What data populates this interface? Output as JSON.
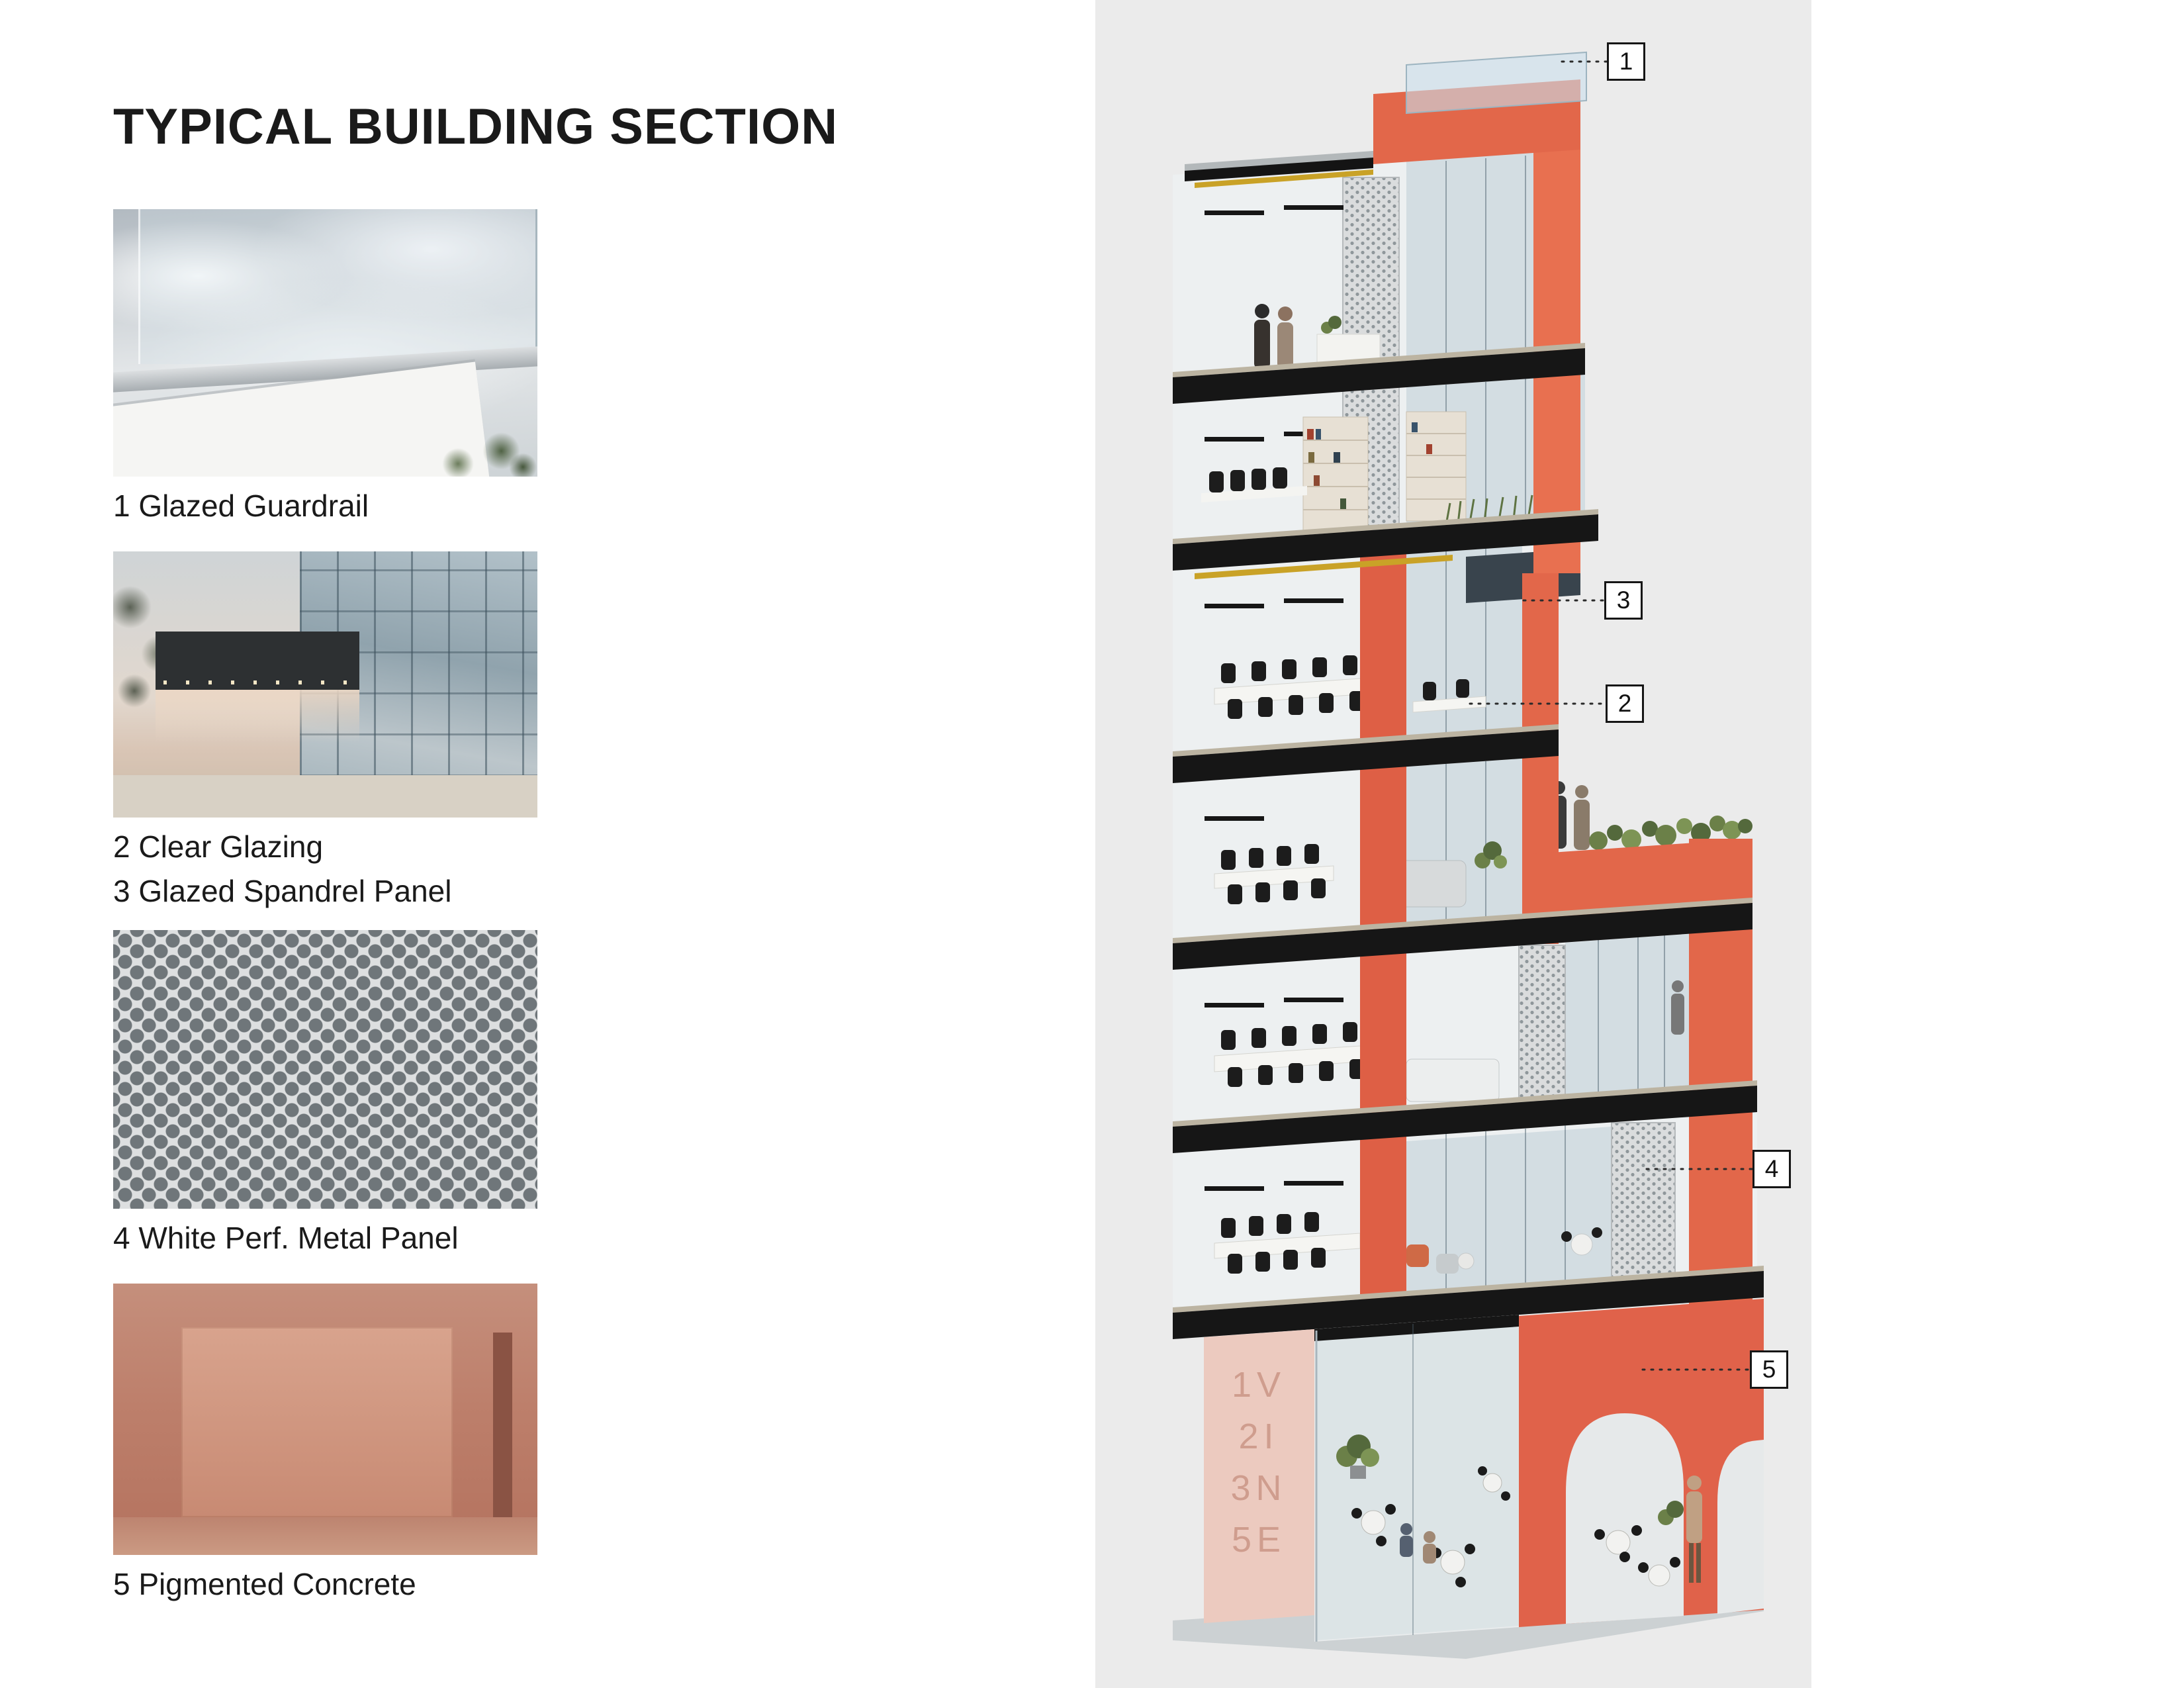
{
  "title": "TYPICAL BUILDING SECTION",
  "figures": [
    {
      "name": "glazed-guardrail",
      "captions": [
        "1 Glazed Guardrail"
      ]
    },
    {
      "name": "clear-glazing",
      "captions": [
        "2 Clear Glazing",
        "3 Glazed Spandrel Panel"
      ]
    },
    {
      "name": "perforated-metal",
      "captions": [
        "4 White Perf. Metal Panel"
      ]
    },
    {
      "name": "pigmented-concrete",
      "captions": [
        "5 Pigmented Concrete"
      ]
    }
  ],
  "callouts": [
    {
      "label": "1"
    },
    {
      "label": "3"
    },
    {
      "label": "2"
    },
    {
      "label": "4"
    },
    {
      "label": "5"
    }
  ],
  "sign": {
    "lines": [
      "1V",
      "2I",
      "3N",
      "5E"
    ]
  },
  "colors": {
    "coral": "#e2674a",
    "panel_bg": "#ebebeb",
    "slab": "#161616",
    "glazing": "#a8becb",
    "gold": "#c9a227"
  }
}
